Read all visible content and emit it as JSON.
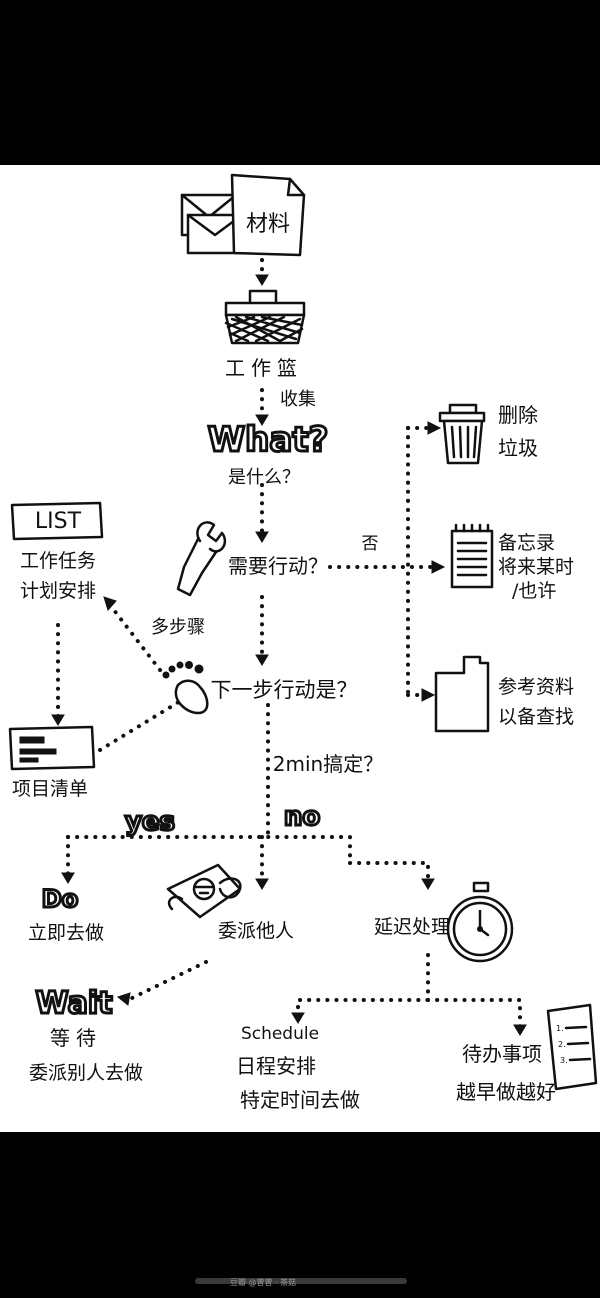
{
  "nodes": {
    "materials": "材料",
    "inbox": "工作篮",
    "collect": "收集",
    "what": "What?",
    "what_cn": "是什么？",
    "action": "需要行动？",
    "no_label": "否",
    "delete_1": "删除",
    "delete_2": "垃圾",
    "memo_1": "备忘录",
    "memo_2": "将来某时",
    "memo_3": "/也许",
    "ref_1": "参考资料",
    "ref_2": "以备查找",
    "list_title": "LIST",
    "list_1": "工作任务",
    "list_2": "计划安排",
    "multistep": "多步骤",
    "next_action": "下一步行动是？",
    "project_list": "项目清单",
    "two_min": "2min搞定？",
    "yes": "yes",
    "no": "no",
    "do": "Do",
    "do_cn": "立即去做",
    "delegate": "委派他人",
    "defer": "延迟处理",
    "wait": "Wait",
    "wait_1": "等待",
    "wait_2": "委派别人去做",
    "schedule": "Schedule",
    "schedule_1": "日程安排",
    "schedule_2": "特定时间去做",
    "todo_1": "待办事项",
    "todo_2": "越早做越好",
    "todo_lines": [
      "1.",
      "2.",
      "3."
    ]
  },
  "watermark": "豆瓣 @曾曾 · 茶菇"
}
